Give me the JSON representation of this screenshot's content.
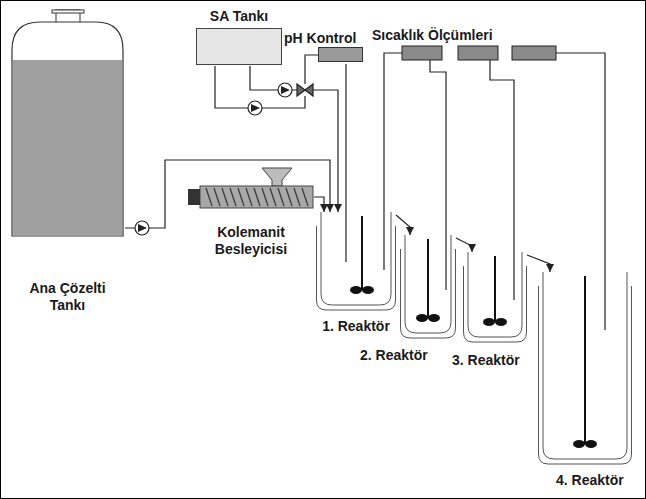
{
  "diagram": {
    "nodes": [
      {
        "text": [
          "Ana Çözelti Tankı"
        ]
      },
      {
        "text": [
          "SA Tankı"
        ]
      },
      {
        "text": [
          "pH Kontrol"
        ]
      },
      {
        "text": [
          "Kolemanit Besleyicisi"
        ]
      },
      {
        "text": [
          "1. Reaktör"
        ]
      },
      {
        "text": [
          "2. Reaktör"
        ]
      },
      {
        "text": [
          "3. Reaktör"
        ]
      },
      {
        "text": [
          "4. Reaktör"
        ]
      }
    ],
    "edges": [
      {
        "from": 0,
        "to": 4,
        "arrow": "to"
      },
      {
        "from": 1,
        "to": 4,
        "arrow": "to"
      },
      {
        "from": 2,
        "to": 4,
        "arrow": "none"
      },
      {
        "from": 3,
        "to": 4,
        "arrow": "to"
      },
      {
        "from": 4,
        "to": 5,
        "arrow": "to"
      },
      {
        "from": 5,
        "to": 6,
        "arrow": "to"
      },
      {
        "from": 6,
        "to": 7,
        "arrow": "to"
      }
    ],
    "labels": [
      "Sıcaklık Ölçümleri"
    ]
  }
}
